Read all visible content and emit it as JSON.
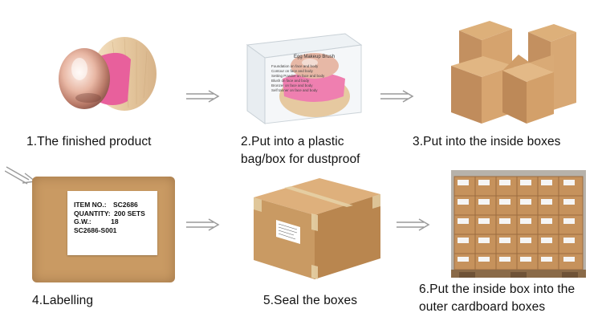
{
  "steps": [
    {
      "caption": "1.The finished product"
    },
    {
      "caption": "2.Put into a plastic bag/box for dustproof"
    },
    {
      "caption": "3.Put into the inside boxes"
    },
    {
      "caption": "4.Labelling"
    },
    {
      "caption": "5.Seal the boxes"
    },
    {
      "caption": "6.Put the inside box into the outer cardboard boxes"
    }
  ],
  "captions_wrapped": {
    "step2_line1": "2.Put into a plastic",
    "step2_line2": "bag/box for dustproof",
    "step6_line1": "6.Put the inside box into the",
    "step6_line2": "outer cardboard boxes"
  },
  "product_package_text": {
    "title": "Egg Makeup Brush",
    "lines": [
      "Foundation on face and body",
      "Contour on face and body",
      "Setting Powder on face and body",
      "Blush on face and body",
      "Bronzer on face and body",
      "Self tanner on face and body"
    ]
  },
  "label_card": {
    "item_label": "ITEM NO.:",
    "item_value": "SC2686",
    "quantity_label": "QUANTITY:",
    "quantity_value": "200 SETS",
    "gw_label": "G.W.:",
    "gw_value": "18",
    "code": "SC2686-S001"
  },
  "colors": {
    "kraft": "#c99a63",
    "kraft_dark": "#a9784a",
    "pink_band": "#e8609c",
    "arrow": "#9a9a9a"
  }
}
